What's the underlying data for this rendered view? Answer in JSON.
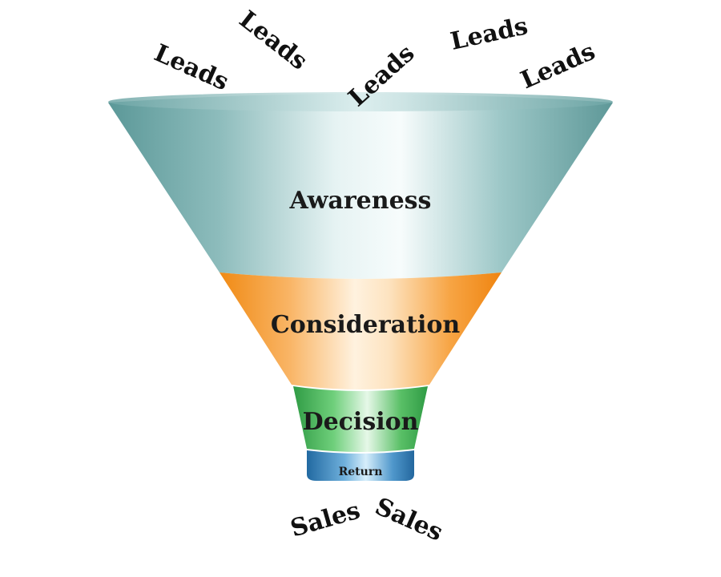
{
  "leads": [
    "Leads",
    "Leads",
    "Leads",
    "Leads",
    "Leads"
  ],
  "stages": {
    "awareness": "Awareness",
    "consideration": "Consideration",
    "decision": "Decision",
    "return": "Return"
  },
  "sales": [
    "Sales",
    "Sales"
  ],
  "colors": {
    "awareness": "#5e9b9b",
    "consideration": "#f39a2a",
    "decision": "#39a84d",
    "return": "#2c78ad"
  }
}
